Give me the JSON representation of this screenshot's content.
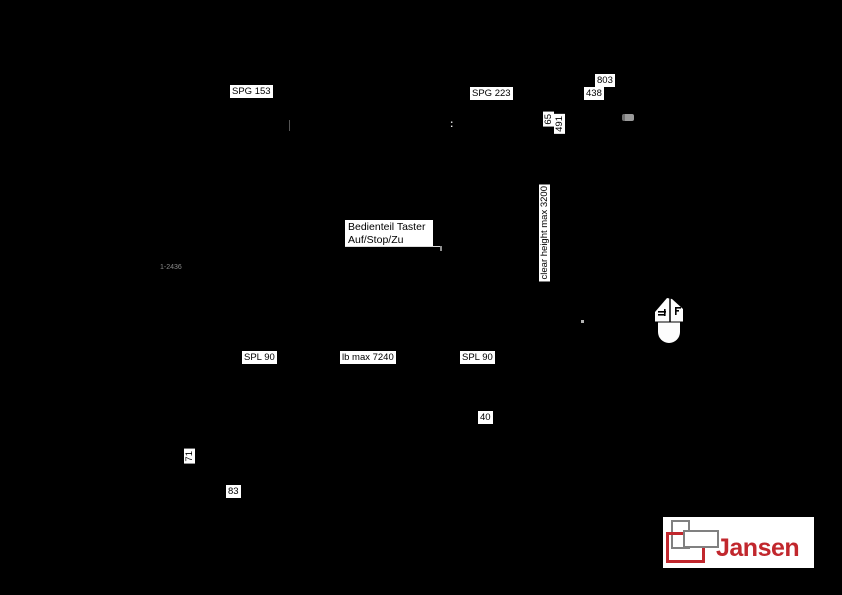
{
  "canvas": {
    "background": "#000000",
    "label_bg": "#ffffff",
    "label_text": "#000000"
  },
  "labels": {
    "spg_153": "SPG 153",
    "spg_223": "SPG 223",
    "dim_803": "803",
    "dim_438": "438",
    "dim_65": "65",
    "dim_491": "491",
    "clear_height": "clear height max 3200",
    "faint_dim": "1-2436",
    "spl_90_left": "SPL 90",
    "lb_max": "lb max 7240",
    "spl_90_right": "SPL 90",
    "dim_40": "40",
    "dim_71": "71",
    "dim_83": "83",
    "colon_mark": ":"
  },
  "control_panel": {
    "line1": "Bedienteil Taster",
    "line2": "Auf/Stop/Zu"
  },
  "icons": {
    "mouse": "mouse-icon",
    "connector": "connector-icon"
  },
  "logo": {
    "brand": "Jansen",
    "brand_color": "#c1272d",
    "outline_gray": "#808080",
    "outline_red": "#c1272d"
  }
}
